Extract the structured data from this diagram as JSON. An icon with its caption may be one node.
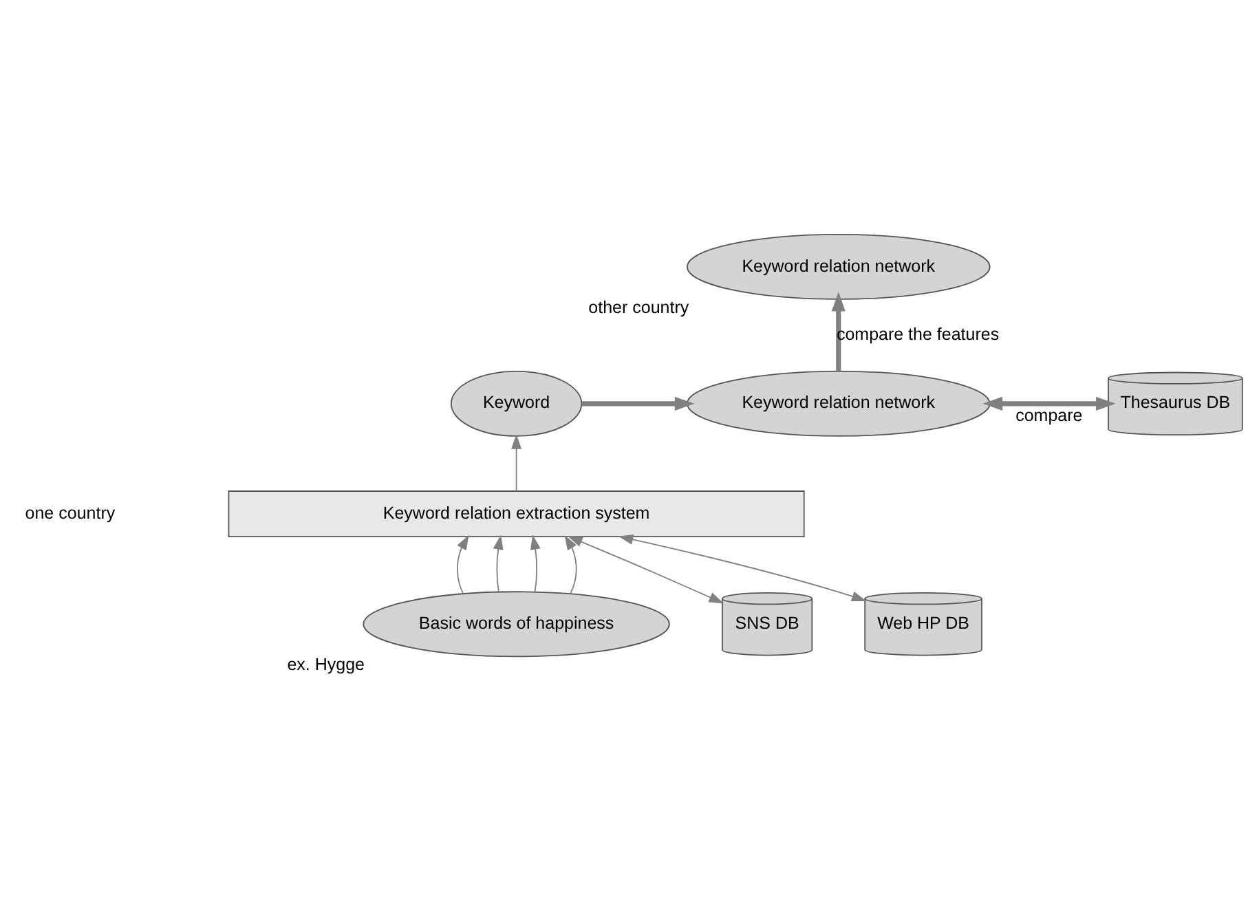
{
  "diagram": {
    "nodes": [
      {
        "text": [
          "Keyword relation network"
        ],
        "beside": [
          "other country"
        ]
      },
      {
        "text": [
          "Keyword"
        ]
      },
      {
        "text": [
          "Keyword relation network"
        ]
      },
      {
        "text": [
          "Thesaurus DB"
        ]
      },
      {
        "text": [
          "Keyword relation extraction system"
        ]
      },
      {
        "text": [
          "Basic words of happiness"
        ],
        "beside": [
          "ex. Hygge"
        ]
      },
      {
        "text": [
          "SNS DB"
        ]
      },
      {
        "text": [
          "Web HP DB"
        ]
      }
    ],
    "edges": [
      {
        "from": 1,
        "to": 2,
        "arrow": "to",
        "style": "thick"
      },
      {
        "from": 2,
        "to": 0,
        "arrow": "to",
        "label": "compare the features",
        "style": "thick"
      },
      {
        "from": 2,
        "to": 3,
        "arrow": "both",
        "label": "compare",
        "style": "thick"
      },
      {
        "from": 4,
        "to": 1,
        "arrow": "to"
      },
      {
        "from": 5,
        "to": 4,
        "arrow": "to"
      },
      {
        "from": 5,
        "to": 4,
        "arrow": "to"
      },
      {
        "from": 5,
        "to": 4,
        "arrow": "to"
      },
      {
        "from": 5,
        "to": 4,
        "arrow": "to"
      },
      {
        "from": 4,
        "to": 6,
        "arrow": "both"
      },
      {
        "from": 4,
        "to": 7,
        "arrow": "both"
      }
    ],
    "labels": [
      "one country"
    ]
  }
}
